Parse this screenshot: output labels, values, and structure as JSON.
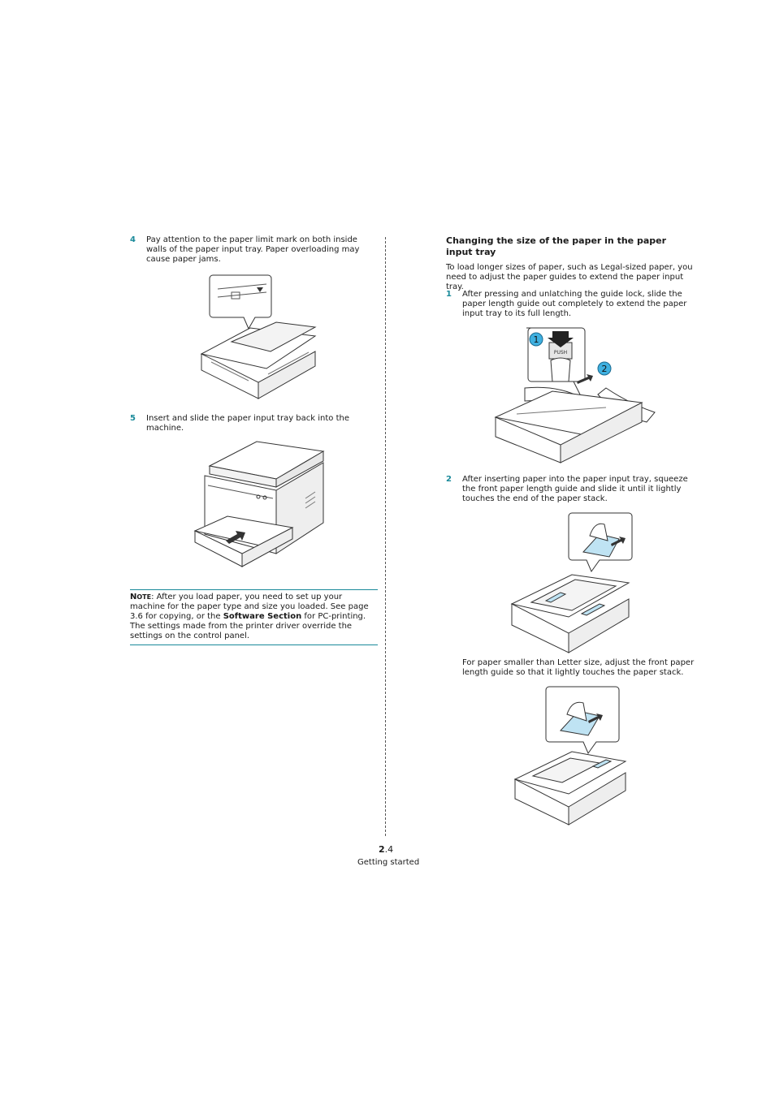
{
  "left": {
    "step4": {
      "num": "4",
      "text": "Pay attention to the paper limit mark on both inside walls of the paper input tray. Paper overloading may cause paper jams."
    },
    "step5": {
      "num": "5",
      "text": "Insert and slide the paper input tray back into the machine."
    },
    "note": {
      "label_first": "N",
      "label_rest": "OTE",
      "text_before": ": After you load paper, you need to set up your machine for the paper type and size you loaded. See page 3.6 for copying, or the ",
      "bold": "Software Section",
      "text_after": " for PC-printing. The settings made from the printer driver override the settings on the control panel."
    }
  },
  "right": {
    "heading": "Changing the size of the paper in the paper input tray",
    "intro": "To load longer sizes of paper, such as Legal-sized paper, you need to adjust the paper guides to extend the paper input tray.",
    "step1": {
      "num": "1",
      "text": "After pressing and unlatching the guide lock, slide the paper length guide out completely to extend the paper input tray to its full length."
    },
    "step2": {
      "num": "2",
      "text": "After inserting paper into the paper input tray, squeeze the front paper length guide and slide it until it lightly touches the end of the paper stack."
    },
    "smaller": "For paper smaller than Letter size, adjust the front paper length guide so that it lightly touches the paper stack.",
    "callout1": "1",
    "callout2": "2",
    "push_label": "PUSH"
  },
  "footer": {
    "chapter": "2",
    "page": ".4",
    "section": "Getting started"
  },
  "colors": {
    "accent": "#1a8a9a",
    "callout_fill": "#3fb0e0"
  }
}
